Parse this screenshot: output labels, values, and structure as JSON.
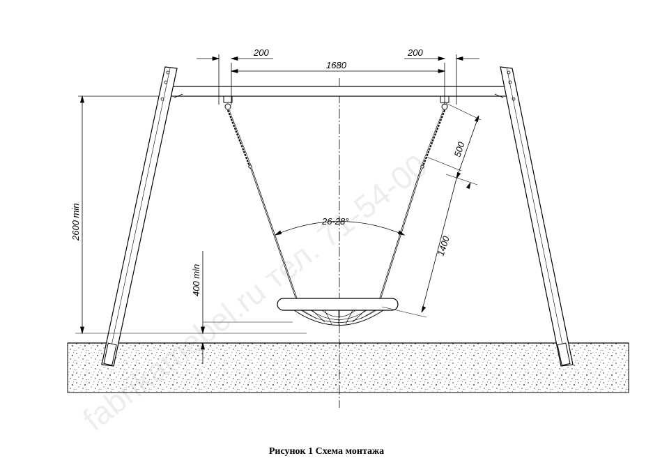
{
  "drawing": {
    "dimensions": {
      "left_offset": "200",
      "span": "1680",
      "right_offset": "200",
      "chain_length": "500",
      "rope_length": "1400",
      "height": "2600 min",
      "clearance": "400 min",
      "angle": "26-28°"
    },
    "watermark": "fabrikamebel.ru  тел. 71-54-00",
    "caption": "Рисунок 1 Схема монтажа"
  }
}
